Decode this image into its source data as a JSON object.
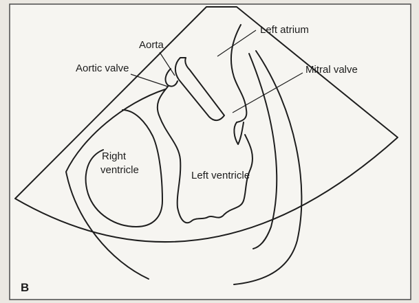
{
  "figure": {
    "panel_letter": "B",
    "labels": {
      "left_atrium": "Left atrium",
      "aorta": "Aorta",
      "aortic_valve": "Aortic valve",
      "mitral_valve": "Mitral valve",
      "right_ventricle_line1": "Right",
      "right_ventricle_line2": "ventricle",
      "left_ventricle": "Left ventricle"
    }
  }
}
